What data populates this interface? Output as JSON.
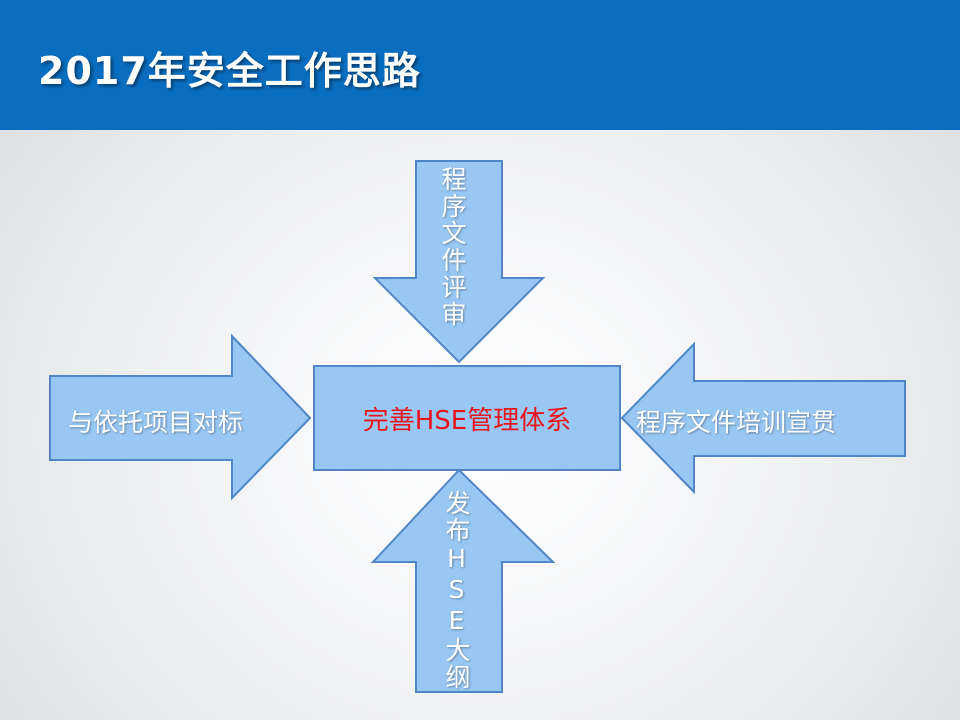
{
  "slide": {
    "title": "2017年安全工作思路"
  },
  "diagram": {
    "center": "完善HSE管理体系",
    "top": "程序文件评审",
    "left": "与依托项目对标",
    "right": "程序文件培训宣贯",
    "bottom": "发布HSE大纲"
  },
  "colors": {
    "header": "#0a6ec0",
    "arrow_fill": "#99c7f4",
    "arrow_stroke": "#4f86c6",
    "center_text": "#e8141a"
  }
}
